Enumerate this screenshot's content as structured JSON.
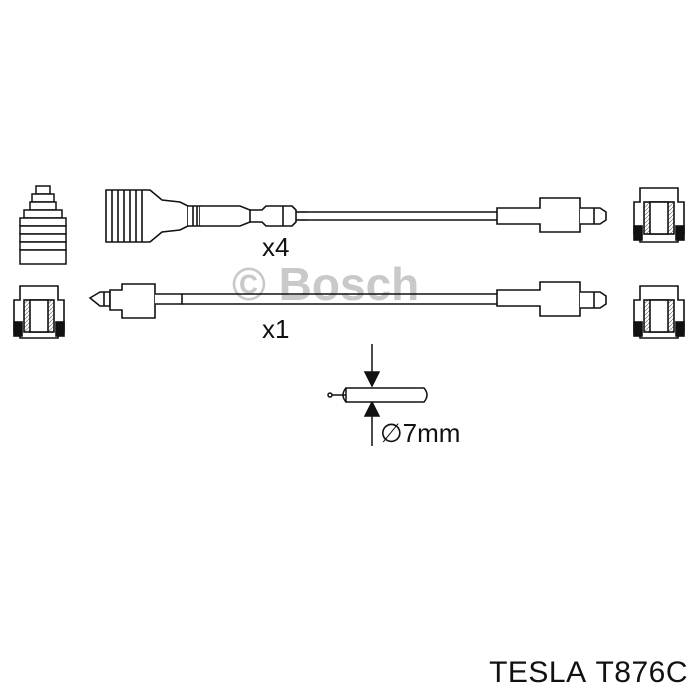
{
  "diagram": {
    "watermark": "© Bosch",
    "qty_upper": "x4",
    "qty_lower": "x1",
    "diameter": "∅7mm"
  },
  "footer": {
    "brand": "TESLA",
    "part_number": "T876C"
  },
  "colors": {
    "line": "#111111",
    "watermark": "#c9c9c9",
    "hatch": "#888888",
    "background": "#ffffff"
  }
}
